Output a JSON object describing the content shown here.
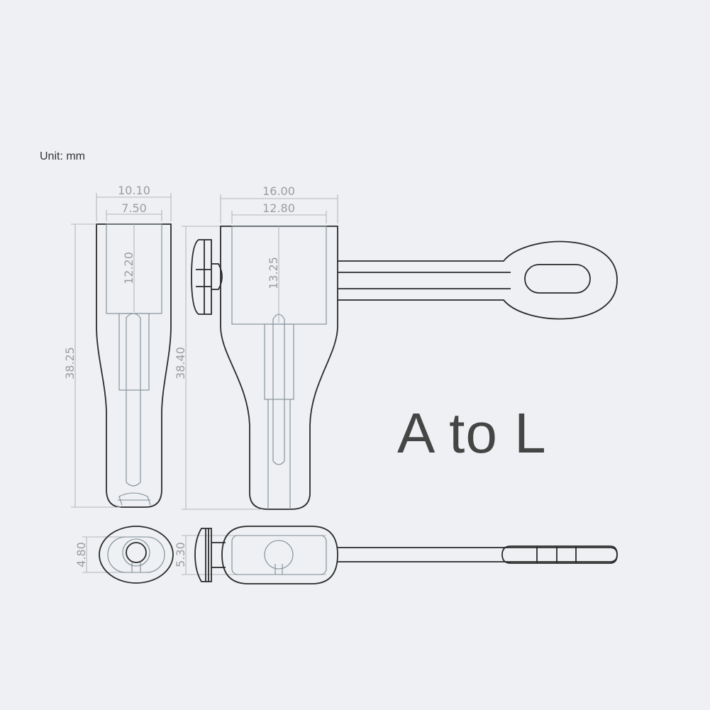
{
  "unit_label": "Unit: mm",
  "title": "A to L",
  "dimensions": {
    "front_outer_width": "10.10",
    "front_inner_width": "7.50",
    "front_head_height": "12.20",
    "front_total_height": "38.25",
    "side_outer_width": "16.00",
    "side_inner_width": "12.80",
    "side_head_height": "13.25",
    "side_total_height": "38.40",
    "bottom_front_depth": "4.80",
    "bottom_side_depth": "5.30"
  }
}
